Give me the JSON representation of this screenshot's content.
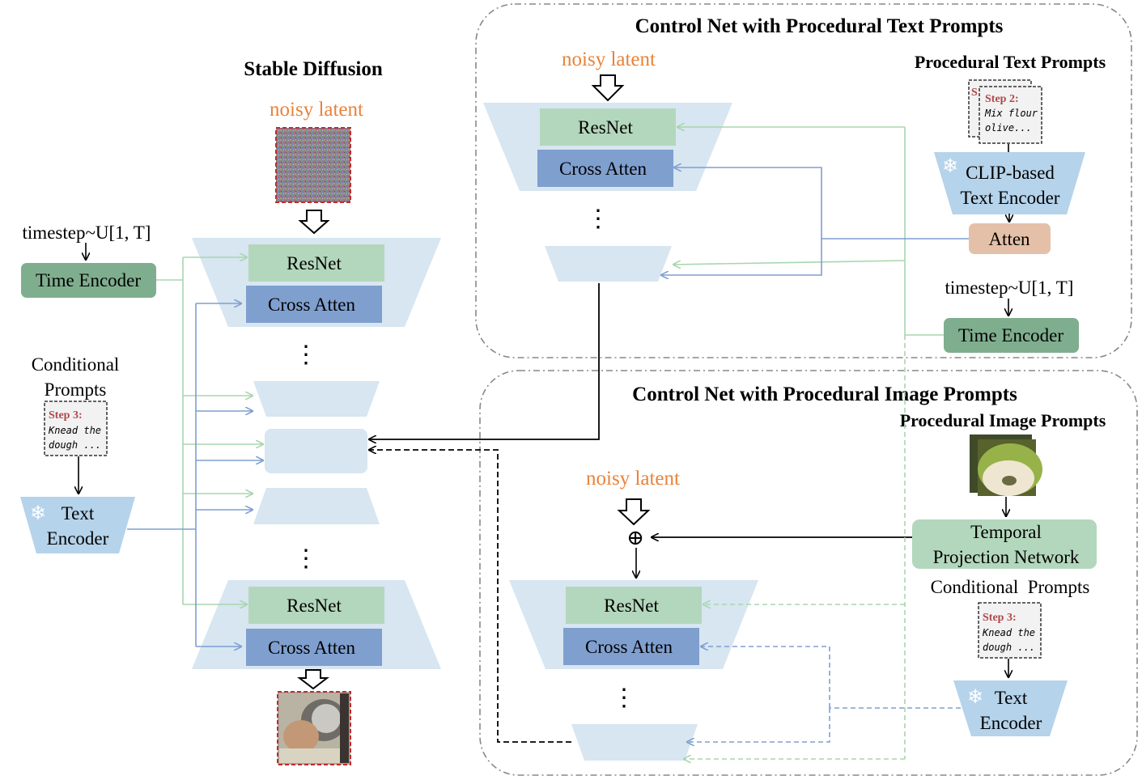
{
  "colors": {
    "noisy": "#e8833a",
    "trapezoid": "#d7e6f0",
    "resnet": "#b3d7bc",
    "cross_atten": "#7f9fcf",
    "time_encoder": "#7fae8f",
    "atten": "#e5c0a8",
    "text_encoder": "#b5d3ea",
    "green_line": "#a8d6ad",
    "blue_line": "#7f9fd2",
    "card_title": "#b0474a"
  },
  "stable_diffusion": {
    "title": "Stable Diffusion",
    "noisy_latent": "noisy latent",
    "resnet_top": "ResNet",
    "cross_atten_top": "Cross Atten",
    "dots_1": "⋮",
    "dots_2": "⋮",
    "resnet_bottom": "ResNet",
    "cross_atten_bottom": "Cross Atten"
  },
  "left_inputs": {
    "timestep": "timestep~U[1, T]",
    "time_encoder": "Time Encoder",
    "conditional_prompts_1": "Conditional",
    "conditional_prompts_2": "Prompts",
    "card_step": "Step 3:",
    "card_line1": "Knead the",
    "card_line2": "dough ...",
    "text_encoder_1": "Text",
    "text_encoder_2": "Encoder"
  },
  "control_text": {
    "title": "Control Net with Procedural Text Prompts",
    "noisy_latent": "noisy latent",
    "resnet": "ResNet",
    "cross_atten": "Cross Atten",
    "dots": "⋮",
    "prompts_title": "Procedural Text Prompts",
    "card_step": "Step 2:",
    "card_line1": "Mix flour",
    "card_line2": "olive...",
    "card_back": "S",
    "clip_1": "CLIP-based",
    "clip_2": "Text Encoder",
    "atten": "Atten",
    "timestep": "timestep~U[1, T]",
    "time_encoder": "Time Encoder"
  },
  "control_image": {
    "title": "Control Net with Procedural Image Prompts",
    "prompts_title": "Procedural Image Prompts",
    "noisy_latent": "noisy latent",
    "plus": "⊕",
    "temporal_1": "Temporal",
    "temporal_2": "Projection Network",
    "conditional_prompts": "Conditional  Prompts",
    "card_step": "Step 3:",
    "card_line1": "Knead the",
    "card_line2": "dough ...",
    "resnet": "ResNet",
    "cross_atten": "Cross Atten",
    "dots": "⋮",
    "text_encoder_1": "Text",
    "text_encoder_2": "Encoder"
  }
}
